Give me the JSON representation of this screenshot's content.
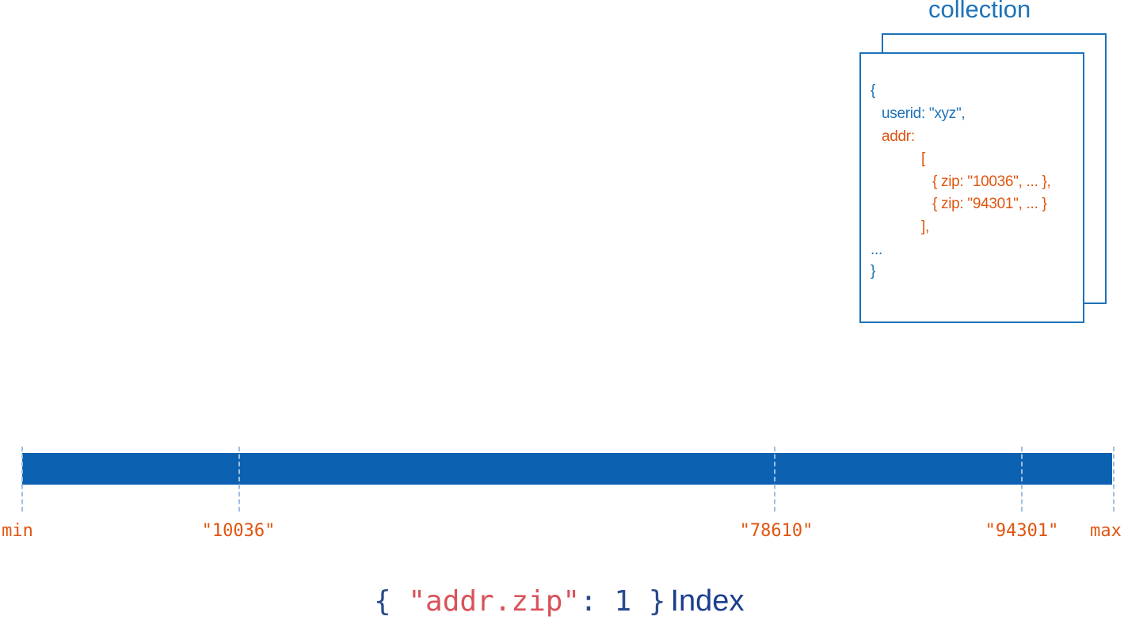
{
  "collection": {
    "title": "collection",
    "document_lines": [
      "{",
      "userid: \"xyz\",",
      "addr:",
      "[",
      "{ zip: \"10036\", ... },",
      "{ zip: \"94301\", ... }",
      "],",
      "...",
      "}"
    ]
  },
  "index": {
    "ticks": [
      {
        "label": "min"
      },
      {
        "label": "\"10036\""
      },
      {
        "label": "\"78610\""
      },
      {
        "label": "\"94301\""
      },
      {
        "label": "max"
      }
    ],
    "caption": {
      "open": "{ ",
      "key": "\"addr.zip\"",
      "rest": ": 1 }",
      "word": "Index"
    }
  },
  "colors": {
    "collection_blue": "#1d72b8",
    "field_orange": "#e0550f",
    "bar_blue": "#0c61b1",
    "tick_dash": "#9cc0e3",
    "caption_key_red": "#d9525b",
    "caption_navy": "#2b4a8c"
  }
}
